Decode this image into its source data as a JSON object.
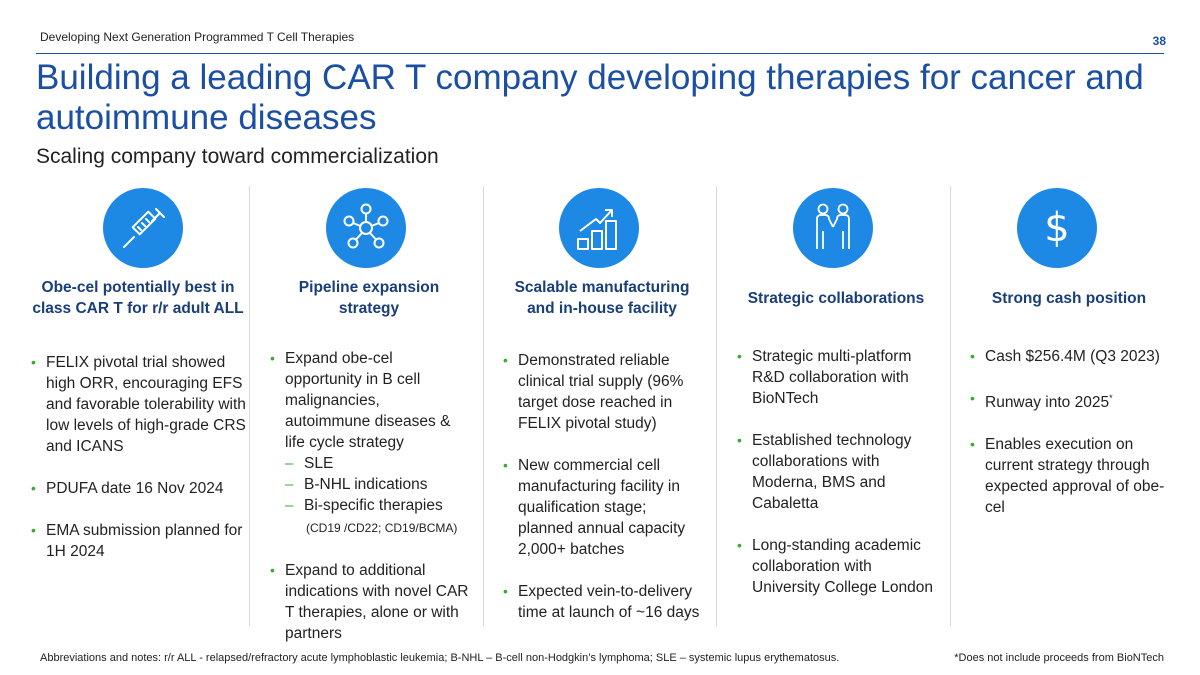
{
  "header": {
    "label": "Developing Next Generation Programmed T Cell Therapies",
    "page_number": "38"
  },
  "title": "Building a leading CAR T company developing therapies for cancer and autoimmune diseases",
  "subtitle": "Scaling company toward commercialization",
  "columns": [
    {
      "icon": "syringe-icon",
      "title": "Obe-cel potentially best in class CAR T for r/r adult ALL",
      "bullets": [
        "FELIX pivotal trial showed high ORR, encouraging EFS and favorable tolerability with low levels of high-grade CRS and ICANS",
        "PDUFA date 16 Nov 2024",
        "EMA submission planned for 1H 2024"
      ]
    },
    {
      "icon": "network-icon",
      "title": "Pipeline expansion strategy",
      "bullets": [
        "Expand obe-cel opportunity in B cell malignancies, autoimmune diseases & life cycle strategy",
        "Expand to additional indications with novel CAR T therapies, alone or with partners"
      ],
      "sub_items": [
        "SLE",
        "B-NHL indications",
        "Bi-specific therapies"
      ],
      "sub_note": "(CD19 /CD22; CD19/BCMA)"
    },
    {
      "icon": "growth-chart-icon",
      "title": "Scalable manufacturing and in-house facility",
      "bullets": [
        "Demonstrated reliable clinical trial supply (96% target dose reached in FELIX pivotal study)",
        "New commercial cell manufacturing facility in qualification stage; planned annual capacity 2,000+ batches",
        "Expected vein-to-delivery time at launch of ~16 days"
      ]
    },
    {
      "icon": "handshake-people-icon",
      "title": "Strategic collaborations",
      "bullets": [
        "Strategic multi-platform R&D collaboration with BioNTech",
        "Established technology collaborations with Moderna, BMS and Cabaletta",
        "Long-standing academic collaboration with University College London"
      ]
    },
    {
      "icon": "dollar-icon",
      "icon_glyph": "$",
      "title": "Strong cash position",
      "bullets": [
        "Cash $256.4M (Q3 2023)",
        "Runway into 2025",
        "Enables execution on current strategy through expected approval of obe-cel"
      ],
      "footnote_marker": "*"
    }
  ],
  "footer": {
    "abbreviations": "Abbreviations and notes: r/r ALL - relapsed/refractory acute lymphoblastic leukemia; B-NHL – B-cell non-Hodgkin’s lymphoma; SLE – systemic lupus erythematosus.",
    "note": "*Does not include proceeds from BioNTech"
  },
  "colors": {
    "accent_blue": "#1a4fa3",
    "icon_blue": "#1e88e5",
    "bullet_green": "#3aaa35",
    "title_dark_blue": "#1a3e7a"
  }
}
